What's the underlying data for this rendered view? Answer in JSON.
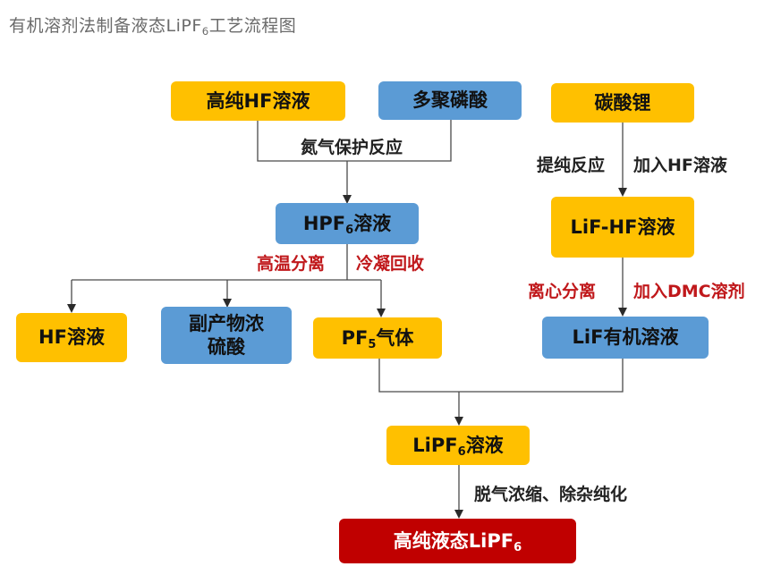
{
  "title": {
    "main": "有机溶剂法制备液态LiPF",
    "sub": "6",
    "tail": "工艺流程图"
  },
  "nodes": {
    "hf_high": "高纯HF溶液",
    "poly_phosphoric": "多聚磷酸",
    "li_carbonate": "碳酸锂",
    "hpf6": {
      "main": "HPF",
      "sub": "6",
      "tail": "溶液"
    },
    "lif_hf": "LiF-HF溶液",
    "hf_solution": "HF溶液",
    "byproduct": "副产物浓硫酸",
    "pf5": {
      "main": "PF",
      "sub": "5",
      "tail": "气体"
    },
    "lif_organic": "LiF有机溶液",
    "lipf6_solution": {
      "main": "LiPF",
      "sub": "6",
      "tail": "溶液"
    },
    "lipf6_final": {
      "main": "高纯液态LiPF",
      "sub": "6"
    }
  },
  "edge_labels": {
    "nitrogen": "氮气保护反应",
    "purify": "提纯反应",
    "add_hf": "加入HF溶液",
    "high_temp": "高温分离",
    "cold": "冷凝回收",
    "centrifuge": "离心分离",
    "add_dmc": "加入DMC溶剂",
    "degas": "脱气浓缩、除杂纯化"
  },
  "colors": {
    "orange": "#FFC000",
    "blue": "#5B9BD5",
    "red": "#C00000",
    "line": "#4a4a4a",
    "label_red": "#C0181B",
    "title_gray": "#6b6b6b"
  }
}
